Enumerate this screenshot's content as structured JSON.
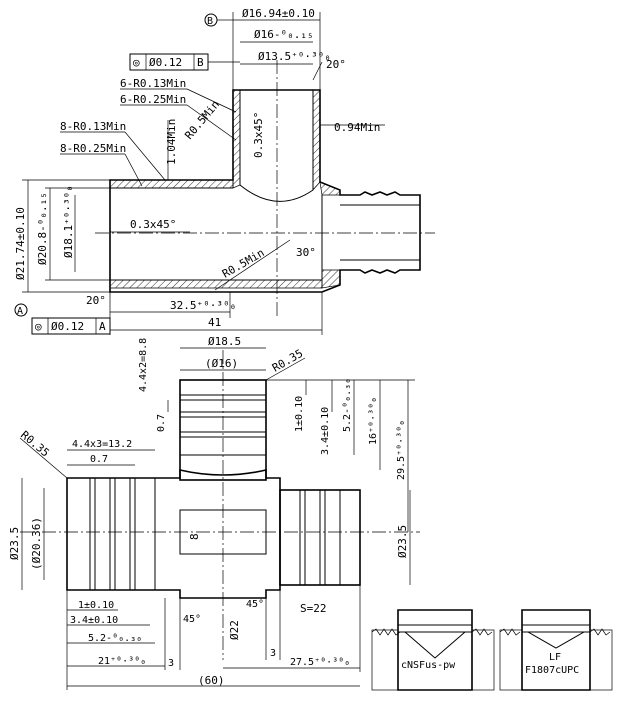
{
  "section_view": {
    "datum_b": "B",
    "datum_a": "A",
    "d_16_94": "Ø16.94±0.10",
    "d_16": "Ø16-⁰₀.₁₅",
    "tol_flag_b": {
      "sym": "◎",
      "val": "Ø0.12",
      "ref": "B"
    },
    "d_13_5": "Ø13.5⁺⁰·³⁰₀",
    "angle_20_top": "20°",
    "r013_6": "6-R0.13Min",
    "r025_6": "6-R0.25Min",
    "chamfer_top": "0.3x45°",
    "wall_094": "0.94Min",
    "r013_8": "8-R0.13Min",
    "r025_8": "8-R0.25Min",
    "len_104": "1.04Min",
    "r05_top": "R0.5Min",
    "d_21_74": "Ø21.74±0.10",
    "d_20_8": "Ø20.8-⁰₀.₁₅",
    "d_18_1": "Ø18.1⁺⁰·³⁰₀",
    "chamfer_left": "0.3x45°",
    "r05_bottom": "R0.5Min",
    "angle_30": "30°",
    "angle_20_bottom": "20°",
    "len_32_5": "32.5⁺⁰·³⁰₀",
    "len_41": "41",
    "tol_flag_a": {
      "sym": "◎",
      "val": "Ø0.12",
      "ref": "A"
    }
  },
  "outline_view": {
    "rib_top": "4.4x2=8.8",
    "d_18_5": "Ø18.5",
    "d_16_paren": "(Ø16)",
    "r035_top": "R0.35",
    "w_07_top": "0.7",
    "t_1": "1±0.10",
    "t_3_4": "3.4±0.10",
    "t_5_2": "5.2-⁰₀.₃₀",
    "t_16": "16⁺⁰·³⁰₀",
    "t_29_5": "29.5⁺⁰·³⁰₀",
    "r035_left": "R0.35",
    "rib_left": "4.4x3=13.2",
    "w_07_left": "0.7",
    "d_23_5_left": "Ø23.5",
    "d_20_36": "(Ø20.36)",
    "d_8": "8",
    "d_23_5_right": "Ø23.5",
    "b_1": "1±0.10",
    "b_3_4": "3.4±0.10",
    "b_5_2": "5.2-⁰₀.₃₀",
    "b_21": "21⁺⁰·³⁰₀",
    "b_3a": "3",
    "angle_45_a": "45°",
    "angle_45_b": "45°",
    "d_22": "Ø22",
    "b_3b": "3",
    "s_22": "S=22",
    "b_27_5": "27.5⁺⁰·³⁰₀",
    "b_60": "(60)"
  },
  "markings": {
    "left_text": "cNSFus-pw",
    "right_line1": "LF",
    "right_line2": "F1807cUPC"
  }
}
